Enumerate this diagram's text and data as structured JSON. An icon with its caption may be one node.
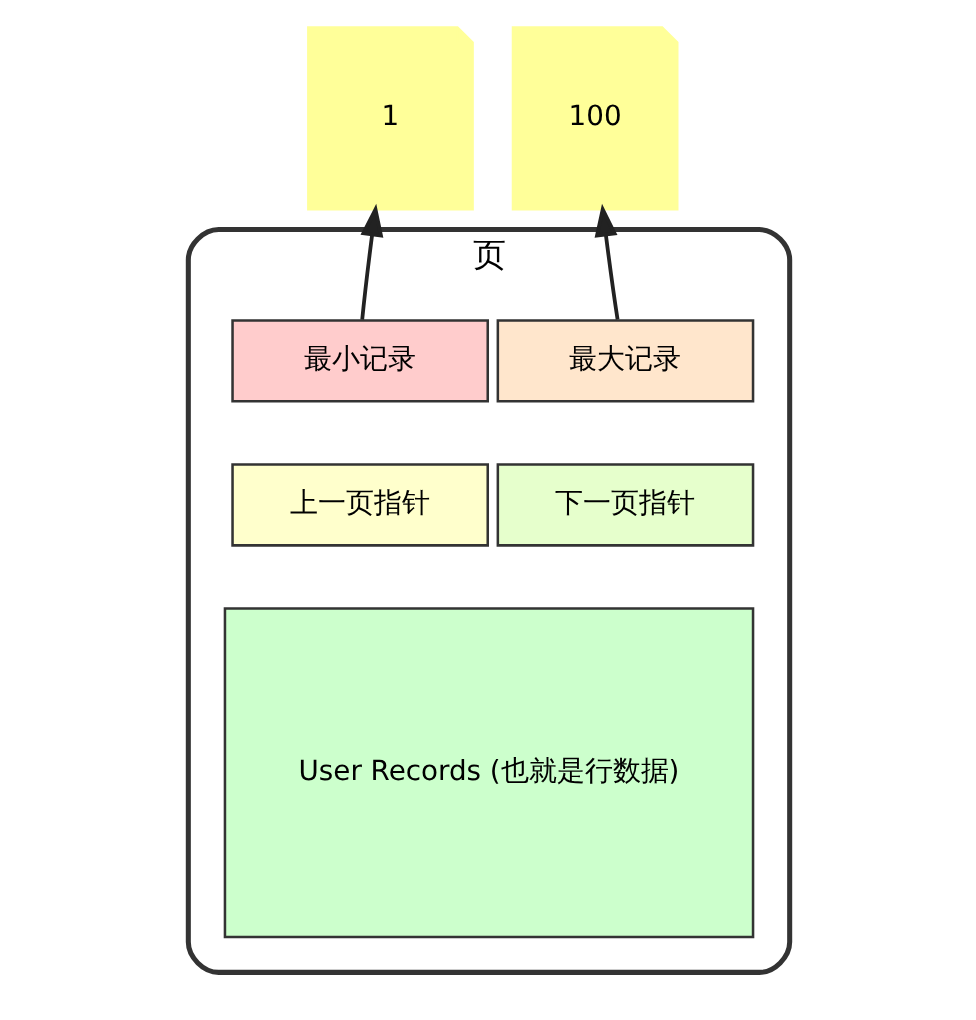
{
  "diagram": {
    "nodes": [
      {
        "text": [
          "1"
        ]
      },
      {
        "text": [
          "100"
        ]
      },
      {
        "text": [
          "页"
        ]
      },
      {
        "text": [
          "最小记录"
        ],
        "in": 2
      },
      {
        "text": [
          "最大记录"
        ],
        "in": 2
      },
      {
        "text": [
          "上一页指针"
        ],
        "in": 2
      },
      {
        "text": [
          "下一页指针"
        ],
        "in": 2
      },
      {
        "text": [
          "User Records (也就是行数据)"
        ],
        "in": 2
      }
    ],
    "edges": [
      {
        "from": 3,
        "to": 0,
        "arrow": "to"
      },
      {
        "from": 4,
        "to": 1,
        "arrow": "to"
      }
    ]
  }
}
